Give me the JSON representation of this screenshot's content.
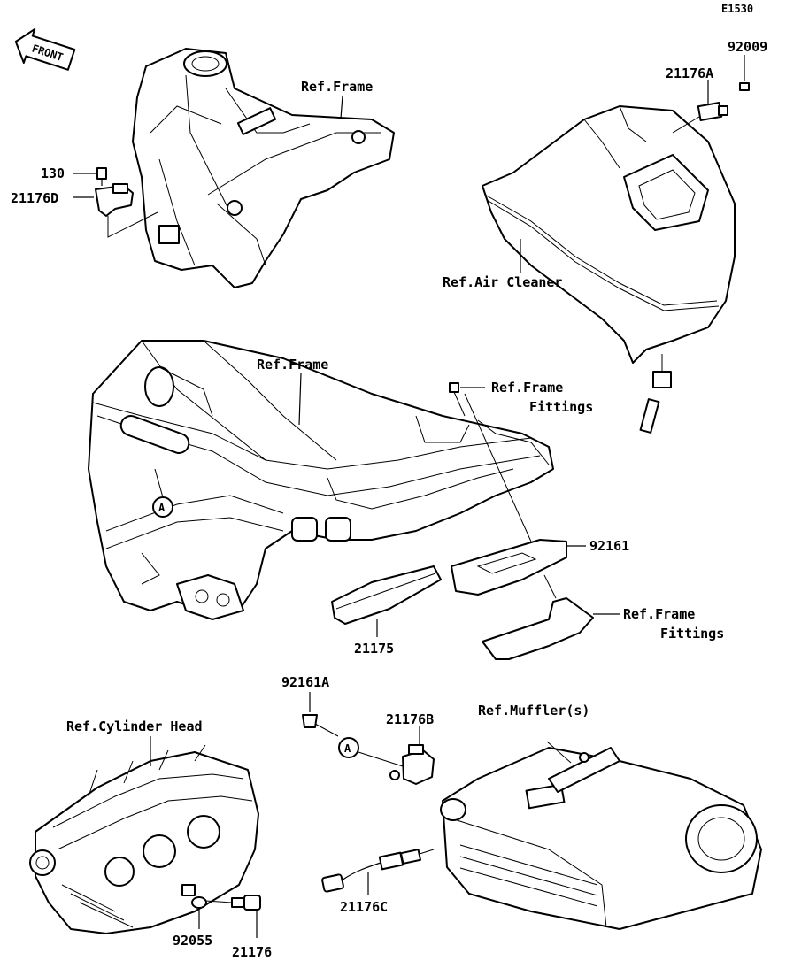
{
  "diagram_code": "E1530",
  "front_label": "FRONT",
  "callout_letter": "A",
  "labels": {
    "p92009": "92009",
    "p21176A": "21176A",
    "p130": "130",
    "p21176D": "21176D",
    "ref_frame_top": "Ref.Frame",
    "ref_air_cleaner": "Ref.Air Cleaner",
    "ref_frame_mid": "Ref.Frame",
    "ref_frame_fittings_1a": "Ref.Frame",
    "ref_frame_fittings_1b": "Fittings",
    "p92161": "92161",
    "ref_frame_fittings_2a": "Ref.Frame",
    "ref_frame_fittings_2b": "Fittings",
    "p21175": "21175",
    "p92161A": "92161A",
    "p21176B": "21176B",
    "ref_muffler": "Ref.Muffler(s)",
    "ref_cylinder_head": "Ref.Cylinder Head",
    "p92055": "92055",
    "p21176": "21176",
    "p21176C": "21176C"
  }
}
